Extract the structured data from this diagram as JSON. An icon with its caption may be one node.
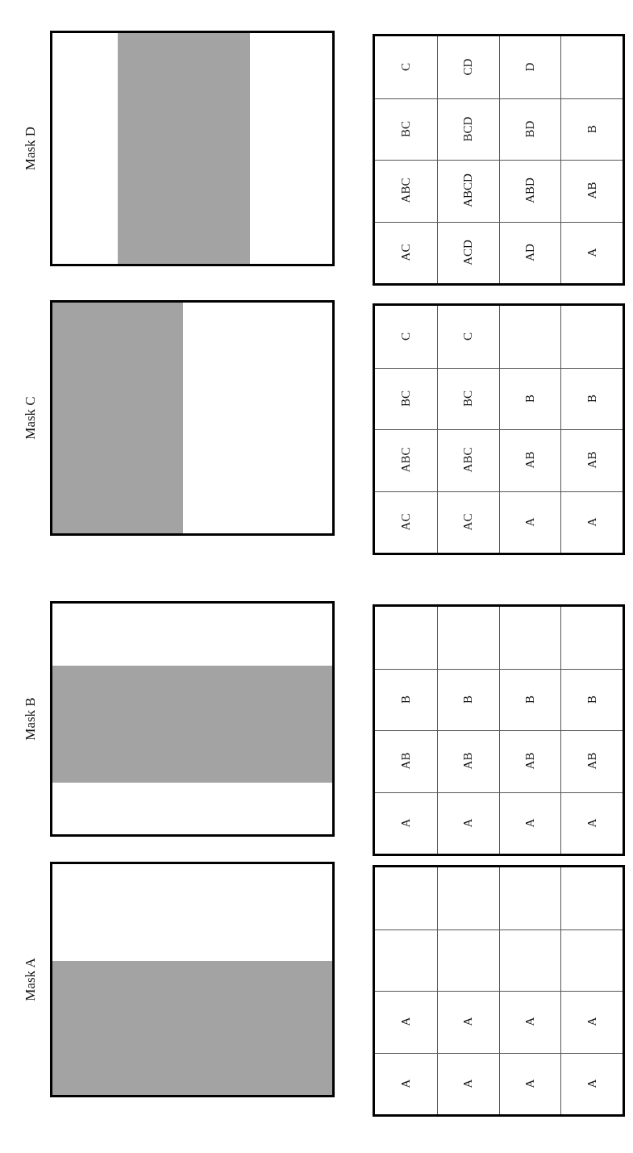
{
  "diagram": {
    "labels": [
      "Mask D",
      "C",
      "CD",
      "D",
      "BC",
      "BCD",
      "BD",
      "B",
      "ABC",
      "ABCD",
      "ABD",
      "AB",
      "AC",
      "ACD",
      "AD",
      "A",
      "Mask C",
      "C",
      "C",
      "BC",
      "BC",
      "B",
      "B",
      "ABC",
      "ABC",
      "AB",
      "AB",
      "AC",
      "AC",
      "A",
      "A",
      "Mask B",
      "B",
      "B",
      "B",
      "B",
      "AB",
      "AB",
      "AB",
      "AB",
      "A",
      "A",
      "A",
      "A",
      "Mask A",
      "A",
      "A",
      "A",
      "A",
      "A",
      "A",
      "A",
      "A"
    ]
  }
}
